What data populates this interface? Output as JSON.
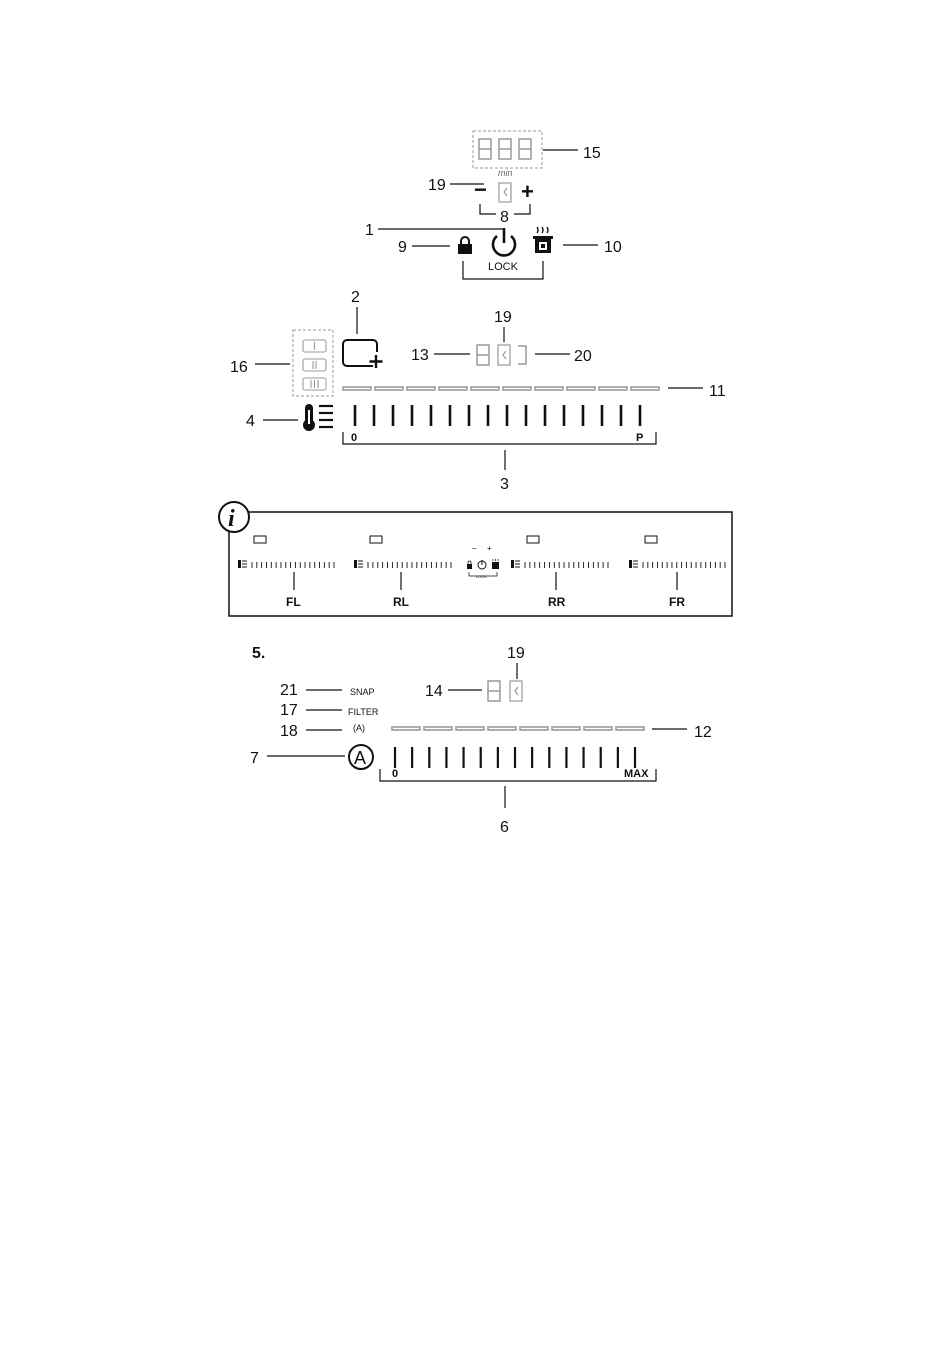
{
  "top_panel": {
    "timer_unit": "min",
    "minus_symbol": "−",
    "plus_symbol": "+",
    "lock_label": "LOCK",
    "callouts": {
      "c1": "1",
      "c8": "8",
      "c9": "9",
      "c10": "10",
      "c15": "15",
      "c19": "19"
    }
  },
  "zone_panel": {
    "slider_min": "0",
    "slider_max": "P",
    "callouts": {
      "c2": "2",
      "c3": "3",
      "c4": "4",
      "c11": "11",
      "c13": "13",
      "c16": "16",
      "c19": "19",
      "c20": "20"
    }
  },
  "info_panel": {
    "info_symbol": "i",
    "zones": [
      "FL",
      "RL",
      "RR",
      "FR"
    ],
    "center_minus": "−",
    "center_plus": "+",
    "center_lock": "LOCK"
  },
  "hood_panel": {
    "section_number": "5.",
    "snap_label": "SNAP",
    "filter_label": "FILTER",
    "auto_small": "(A)",
    "auto_symbol": "A",
    "slider_min": "0",
    "slider_max": "MAX",
    "callouts": {
      "c6": "6",
      "c7": "7",
      "c12": "12",
      "c14": "14",
      "c17": "17",
      "c18": "18",
      "c19": "19",
      "c21": "21"
    }
  }
}
